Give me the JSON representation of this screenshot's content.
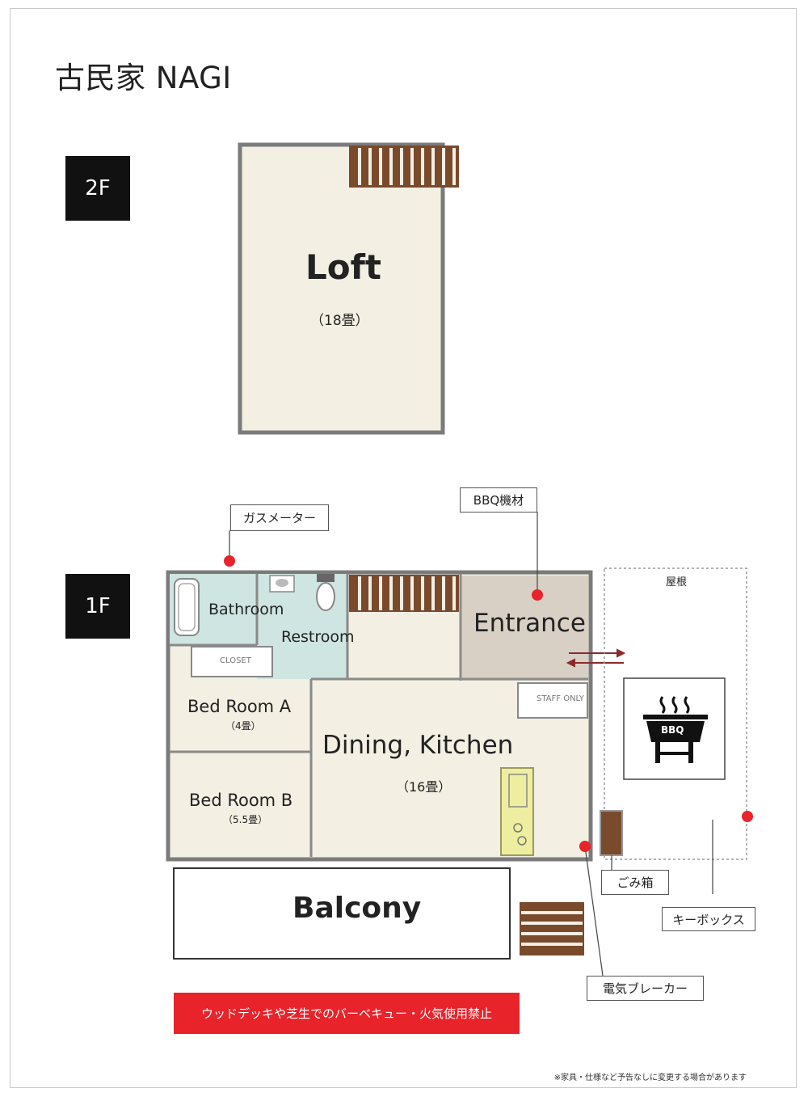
{
  "title": "古民家 NAGI",
  "floors": {
    "upper": "2F",
    "lower": "1F"
  },
  "rooms": {
    "loft": {
      "name": "Loft",
      "size": "（18畳）"
    },
    "bathroom": "Bathroom",
    "restroom": "Restroom",
    "closet": "CLOSET",
    "entrance": "Entrance",
    "staff_only": "STAFF ONLY",
    "bed_a": {
      "name": "Bed Room  A",
      "size": "（4畳）"
    },
    "bed_b": {
      "name": "Bed Room  B",
      "size": "（5.5畳）"
    },
    "dining": {
      "name": "Dining, Kitchen",
      "size": "（16畳）"
    },
    "balcony": "Balcony",
    "roof": "屋根",
    "bbq_sign": "BBQ"
  },
  "callouts": {
    "gas_meter": "ガスメーター",
    "bbq_equipment": "BBQ機材",
    "trash": "ごみ箱",
    "key_box": "キーボックス",
    "breaker": "電気ブレーカー"
  },
  "warning": "ウッドデッキや芝生でのバーベキュー・火気使用禁止",
  "footnote": "※家具・仕様など予告なしに変更する場合があります",
  "colors": {
    "floor": "#f3efe3",
    "wall": "#7b7b7b",
    "wet_room": "#cfe5e1",
    "entrance": "#d9d0c5",
    "stairs": "#7a4a2c",
    "marker": "#e8232a",
    "kitchen": "#eeeea0",
    "warning_bg": "#e8232a"
  }
}
